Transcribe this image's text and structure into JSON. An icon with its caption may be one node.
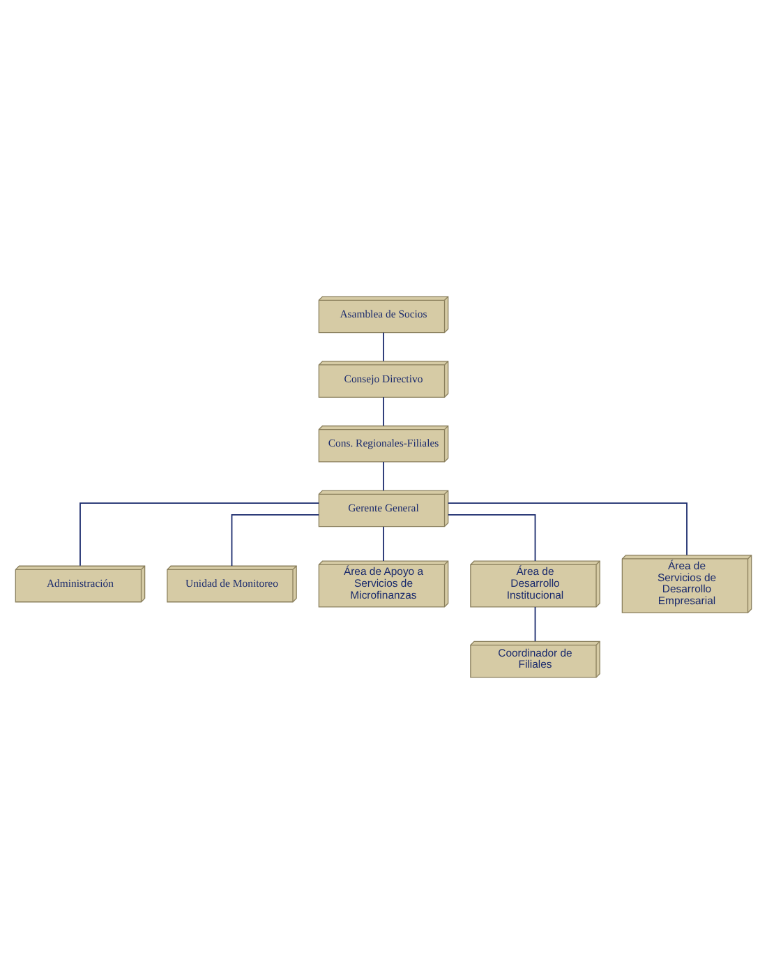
{
  "diagram": {
    "nodes": [
      {
        "text": [
          "Asamblea de Socios"
        ]
      },
      {
        "text": [
          "Consejo Directivo"
        ]
      },
      {
        "text": [
          "Cons. Regionales-Filiales"
        ]
      },
      {
        "text": [
          "Gerente General"
        ]
      },
      {
        "text": [
          "Administración"
        ]
      },
      {
        "text": [
          "Unidad de Monitoreo"
        ]
      },
      {
        "text": [
          "Área de Apoyo a Servicios de Microfinanzas"
        ]
      },
      {
        "text": [
          "Área de Desarrollo Institucional"
        ]
      },
      {
        "text": [
          "Área de Servicios de Desarrollo Empresarial"
        ]
      },
      {
        "text": [
          "Coordinador de Filiales"
        ]
      }
    ],
    "edges": [
      {
        "from": 0,
        "to": 1,
        "arrow": "none"
      },
      {
        "from": 1,
        "to": 2,
        "arrow": "none"
      },
      {
        "from": 2,
        "to": 3,
        "arrow": "none"
      },
      {
        "from": 3,
        "to": 4,
        "arrow": "none"
      },
      {
        "from": 3,
        "to": 5,
        "arrow": "none"
      },
      {
        "from": 3,
        "to": 6,
        "arrow": "none"
      },
      {
        "from": 3,
        "to": 7,
        "arrow": "none"
      },
      {
        "from": 3,
        "to": 8,
        "arrow": "none"
      },
      {
        "from": 7,
        "to": 9,
        "arrow": "none"
      }
    ]
  }
}
